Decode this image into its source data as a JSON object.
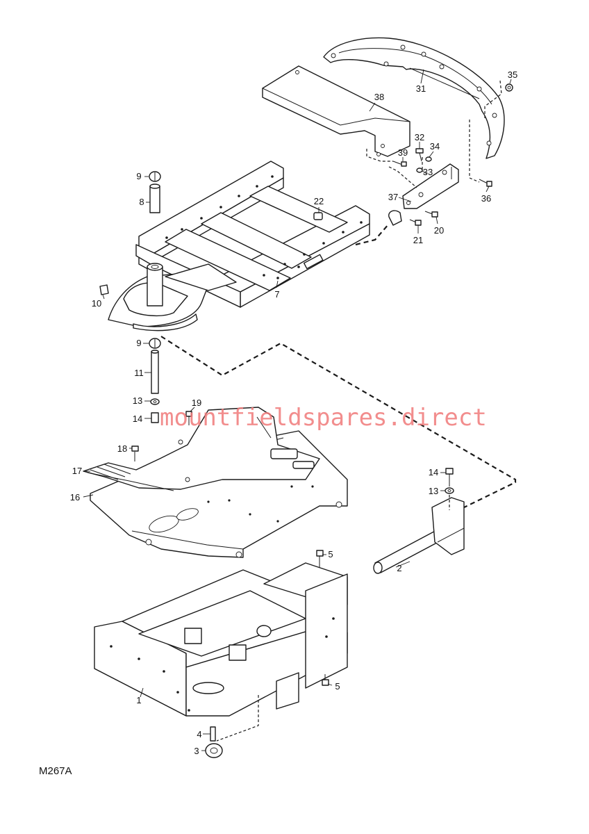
{
  "diagram": {
    "reference": "M267A",
    "watermark": "mountfieldspares.direct",
    "callouts": [
      {
        "id": "c35",
        "text": "35"
      },
      {
        "id": "c31",
        "text": "31"
      },
      {
        "id": "c38",
        "text": "38"
      },
      {
        "id": "c32",
        "text": "32"
      },
      {
        "id": "c34",
        "text": "34"
      },
      {
        "id": "c39",
        "text": "39"
      },
      {
        "id": "c33",
        "text": "33"
      },
      {
        "id": "c9a",
        "text": "9"
      },
      {
        "id": "c8",
        "text": "8"
      },
      {
        "id": "c22",
        "text": "22"
      },
      {
        "id": "c37",
        "text": "37"
      },
      {
        "id": "c36",
        "text": "36"
      },
      {
        "id": "c20",
        "text": "20"
      },
      {
        "id": "c21",
        "text": "21"
      },
      {
        "id": "c10",
        "text": "10"
      },
      {
        "id": "c7",
        "text": "7"
      },
      {
        "id": "c9b",
        "text": "9"
      },
      {
        "id": "c11",
        "text": "11"
      },
      {
        "id": "c13a",
        "text": "13"
      },
      {
        "id": "c19",
        "text": "19"
      },
      {
        "id": "c14a",
        "text": "14"
      },
      {
        "id": "c18",
        "text": "18"
      },
      {
        "id": "c17",
        "text": "17"
      },
      {
        "id": "c16",
        "text": "16"
      },
      {
        "id": "c14b",
        "text": "14"
      },
      {
        "id": "c13b",
        "text": "13"
      },
      {
        "id": "c2",
        "text": "2"
      },
      {
        "id": "c5a",
        "text": "5"
      },
      {
        "id": "c5b",
        "text": "5"
      },
      {
        "id": "c1",
        "text": "1"
      },
      {
        "id": "c4",
        "text": "4"
      },
      {
        "id": "c3",
        "text": "3"
      }
    ]
  }
}
